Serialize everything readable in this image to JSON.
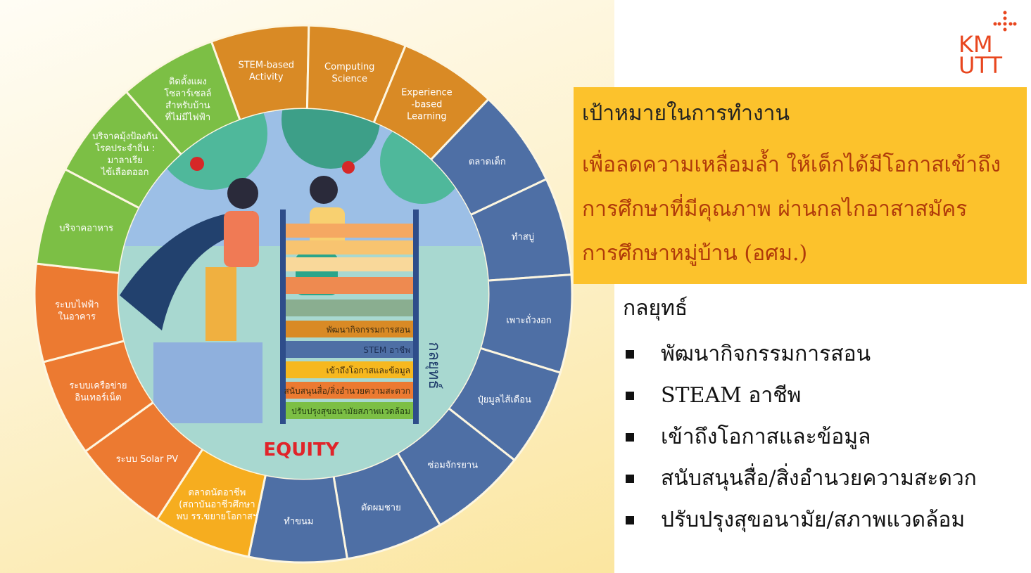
{
  "wheel": {
    "segments": [
      {
        "label": [
          "STEM-based",
          "Activity"
        ],
        "color": "#d98a25"
      },
      {
        "label": [
          "Computing",
          "Science"
        ],
        "color": "#d98a25"
      },
      {
        "label": [
          "Experience",
          "-based",
          "Learning"
        ],
        "color": "#d98a25"
      },
      {
        "label": [
          "ตลาดเด็ก"
        ],
        "color": "#4e6fa5"
      },
      {
        "label": [
          "ทำสบู่"
        ],
        "color": "#4e6fa5"
      },
      {
        "label": [
          "เพาะถั่วงอก"
        ],
        "color": "#4e6fa5"
      },
      {
        "label": [
          "ปุ๋ยมูลไส้เดือน"
        ],
        "color": "#4e6fa5"
      },
      {
        "label": [
          "ซ่อมจักรยาน"
        ],
        "color": "#4e6fa5"
      },
      {
        "label": [
          "ตัดผมชาย"
        ],
        "color": "#4e6fa5"
      },
      {
        "label": [
          "ทำขนม"
        ],
        "color": "#4e6fa5"
      },
      {
        "label": [
          "ตลาดนัดอาชีพ",
          "(สถาบันอาชีวศึกษา",
          "พบ รร.ขยายโอกาสฯ"
        ],
        "color": "#f6ad1f"
      },
      {
        "label": [
          "ระบบ Solar PV"
        ],
        "color": "#ec7a31"
      },
      {
        "label": [
          "ระบบเครือข่าย",
          "อินเทอร์เน็ต"
        ],
        "color": "#ec7a31"
      },
      {
        "label": [
          "ระบบไฟฟ้า",
          "ในอาคาร"
        ],
        "color": "#ec7a31"
      },
      {
        "label": [
          "บริจาคอาหาร"
        ],
        "color": "#7cbf45"
      },
      {
        "label": [
          "บริจาคมุ้งป้องกัน",
          "โรคประจำถิ่น :",
          "มาลาเรีย",
          "ไข้เลือดออก"
        ],
        "color": "#7cbf45"
      },
      {
        "label": [
          "ติดตั้งแผง",
          "โซลาร์เซลล์",
          "สำหรับบ้าน",
          "ที่ไม่มีไฟฟ้า"
        ],
        "color": "#7cbf45"
      }
    ],
    "ladder_rungs": [
      {
        "label": "พัฒนากิจกรรมการสอน",
        "color": "#d98a25",
        "text_color": "#3a2a10"
      },
      {
        "label": "STEM อาชีพ",
        "color": "#4e6fa5",
        "text_color": "#1d2f55"
      },
      {
        "label": "เข้าถึงโอกาสและข้อมูล",
        "color": "#f6b81f",
        "text_color": "#3a2a10"
      },
      {
        "label": "สนับสนุนสื่อ/สิ่งอำนวยความสะดวก",
        "color": "#ec7a31",
        "text_color": "#3a2a10"
      },
      {
        "label": "ปรับปรุงสุขอนามัยสภาพแวดล้อม",
        "color": "#7cbf45",
        "text_color": "#1f3a10"
      }
    ],
    "strategy_vertical": "กลยุทธ์",
    "equity": "EQUITY"
  },
  "goal": {
    "title": "เป้าหมายในการทำงาน",
    "lines": [
      "เพื่อลดความเหลื่อมล้ำ ให้เด็กได้มีโอกาสเข้าถึง",
      "การศึกษาที่มีคุณภาพ  ผ่านกลไกอาสาสมัคร",
      "การศึกษาหมู่บ้าน (อศม.)"
    ]
  },
  "strategy": {
    "title": "กลยุทธ์",
    "items": [
      "พัฒนากิจกรรมการสอน",
      "STEAM อาชีพ",
      "เข้าถึงโอกาสและข้อมูล",
      "สนับสนุนสื่อ/สิ่งอำนวยความสะดวก",
      "ปรับปรุงสุขอนามัย/สภาพแวดล้อม"
    ]
  },
  "logo": {
    "text_top": "KM",
    "text_bottom": "UTT",
    "color": "#e8461e"
  }
}
